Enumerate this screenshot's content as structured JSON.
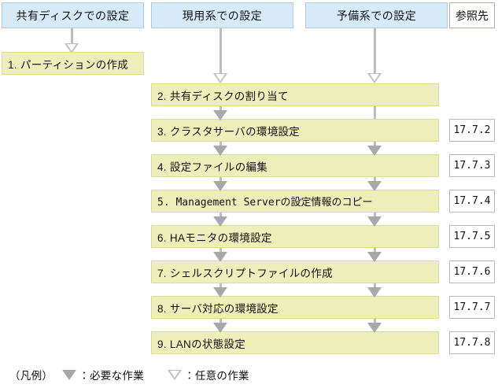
{
  "columns": {
    "shared_disk": "共有ディスクでの設定",
    "active_system": "現用系での設定",
    "standby_system": "予備系での設定",
    "reference": "参照先"
  },
  "first_task": {
    "label": "1. パーティションの作成"
  },
  "tasks": [
    {
      "label": "2. 共有ディスクの割り当て",
      "reference": ""
    },
    {
      "label": "3. クラスタサーバの環境設定",
      "reference": "17.7.2"
    },
    {
      "label": "4. 設定ファイルの編集",
      "reference": "17.7.3"
    },
    {
      "label": "5. Management Serverの設定情報のコピー",
      "reference": "17.7.4"
    },
    {
      "label": "6. HAモニタの環境設定",
      "reference": "17.7.5"
    },
    {
      "label": "7. シェルスクリプトファイルの作成",
      "reference": "17.7.6"
    },
    {
      "label": "8. サーバ対応の環境設定",
      "reference": "17.7.7"
    },
    {
      "label": "9. LANの状態設定",
      "reference": "17.7.8"
    }
  ],
  "legend": {
    "title": "（凡例）",
    "required": "：必要な作業",
    "optional": "：任意の作業"
  },
  "colors": {
    "header_fill": "#d6eaf8",
    "header_border": "#a8cde8",
    "task_fill": "#eeeeba",
    "task_border": "#dcdc96",
    "arrow_filled": "#a8a8a8",
    "arrow_line": "#bdbdbd",
    "ref_border": "#b9b9b9"
  }
}
